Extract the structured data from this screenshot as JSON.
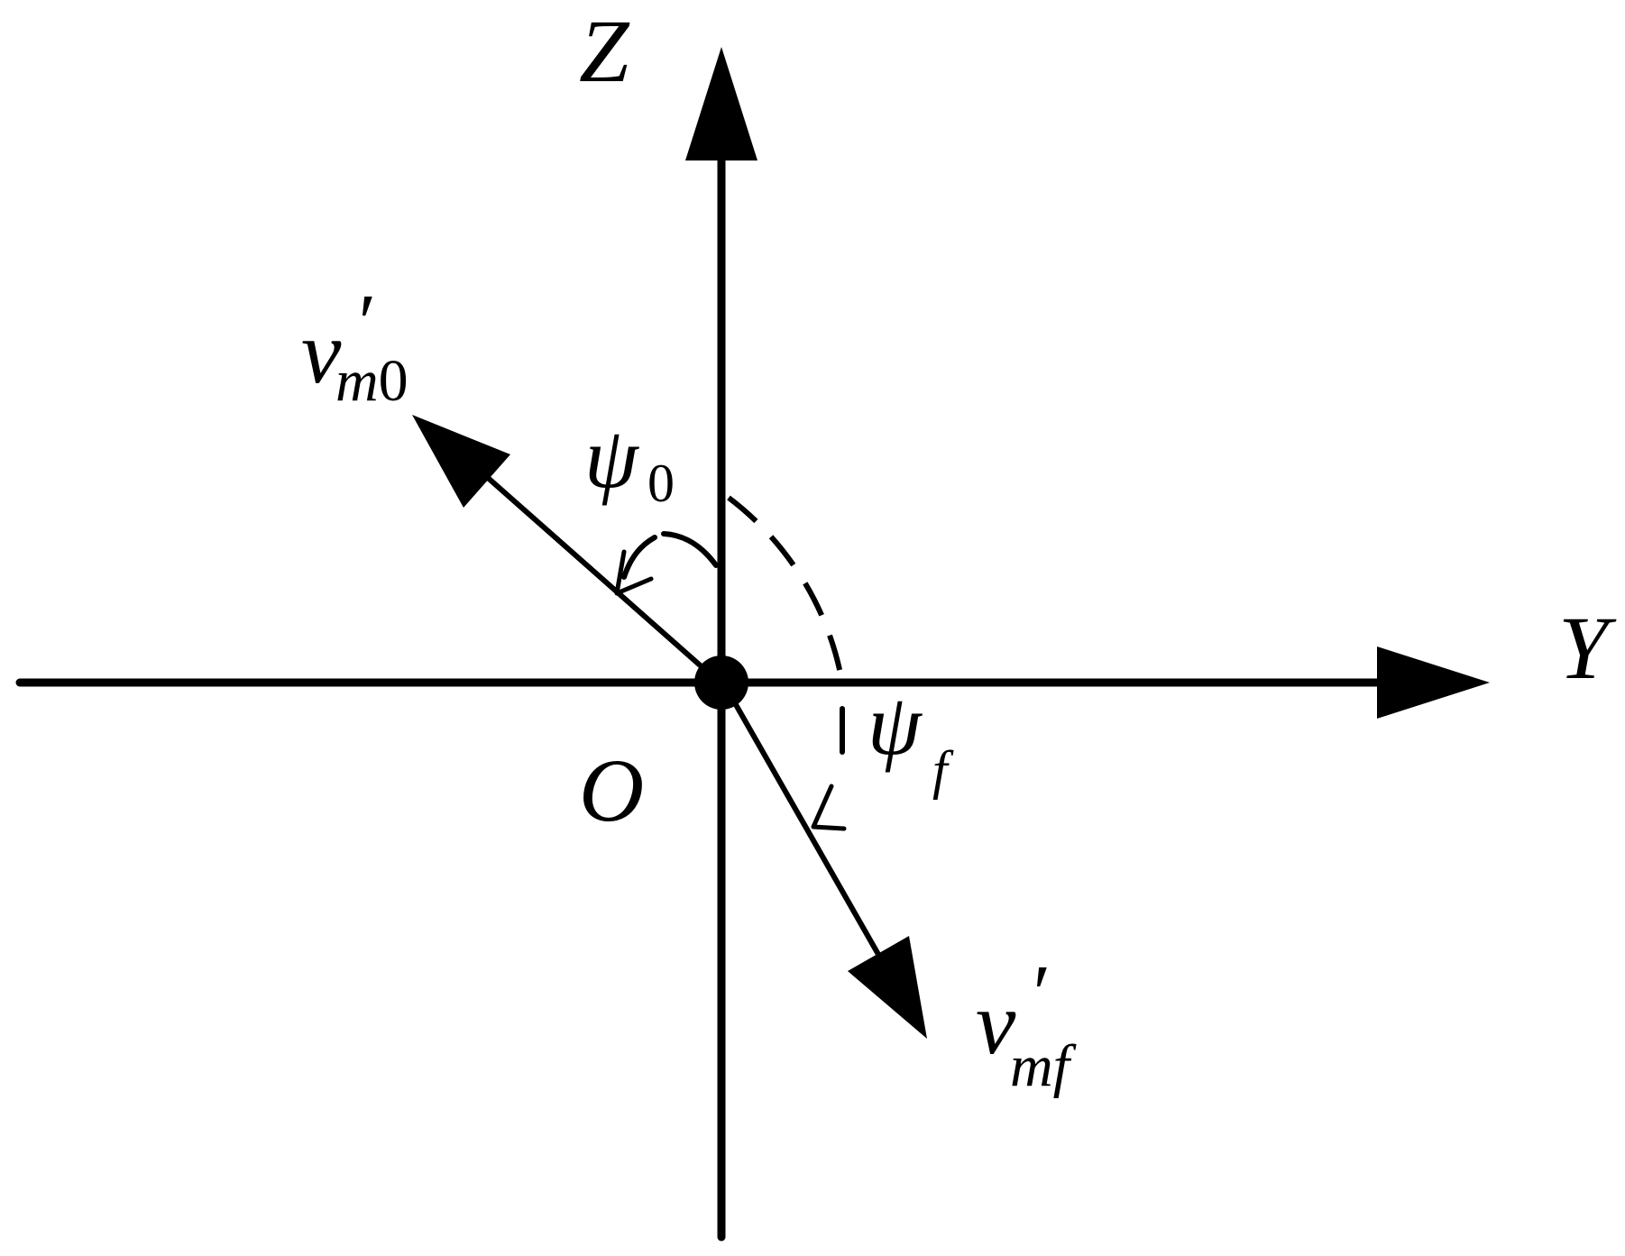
{
  "colors": {
    "stroke": "#000000",
    "background": "#ffffff"
  },
  "axes": {
    "vertical_label": "Z",
    "horizontal_label": "Y",
    "origin_label": "O"
  },
  "vectors": {
    "initial": {
      "symbol": "v",
      "prime": "′",
      "subscript_italic": "m",
      "subscript_upright": "0"
    },
    "final": {
      "symbol": "v",
      "prime": "′",
      "subscript_italic": "mf",
      "subscript_upright": ""
    }
  },
  "angles": {
    "initial": {
      "symbol": "ψ",
      "subscript": "0"
    },
    "final": {
      "symbol": "ψ",
      "subscript": "f"
    }
  }
}
